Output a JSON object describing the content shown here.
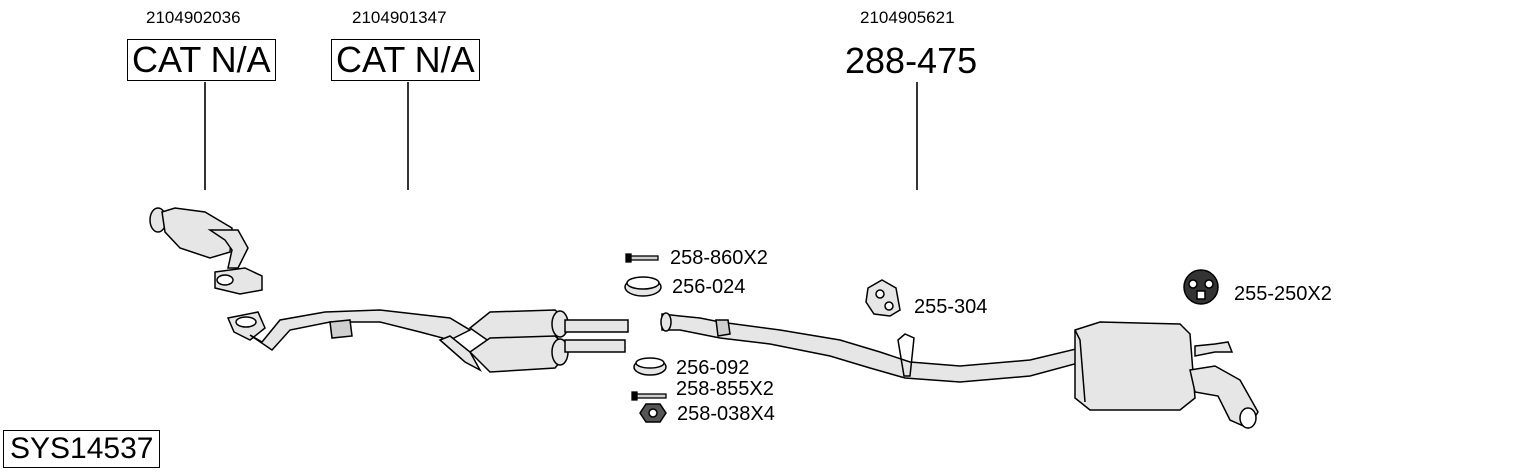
{
  "oem_numbers": {
    "left": "2104902036",
    "middle": "2104901347",
    "right": "2104905621"
  },
  "main_labels": {
    "left": "CAT N/A",
    "middle": "CAT N/A",
    "right": "288-475"
  },
  "parts": {
    "bolt_1": "258-860X2",
    "gasket_1": "256-024",
    "gasket_2": "256-092",
    "bolt_2": "258-855X2",
    "nut": "258-038X4",
    "hanger_1": "255-304",
    "hanger_2": "255-250X2"
  },
  "system_id": "SYS14537"
}
